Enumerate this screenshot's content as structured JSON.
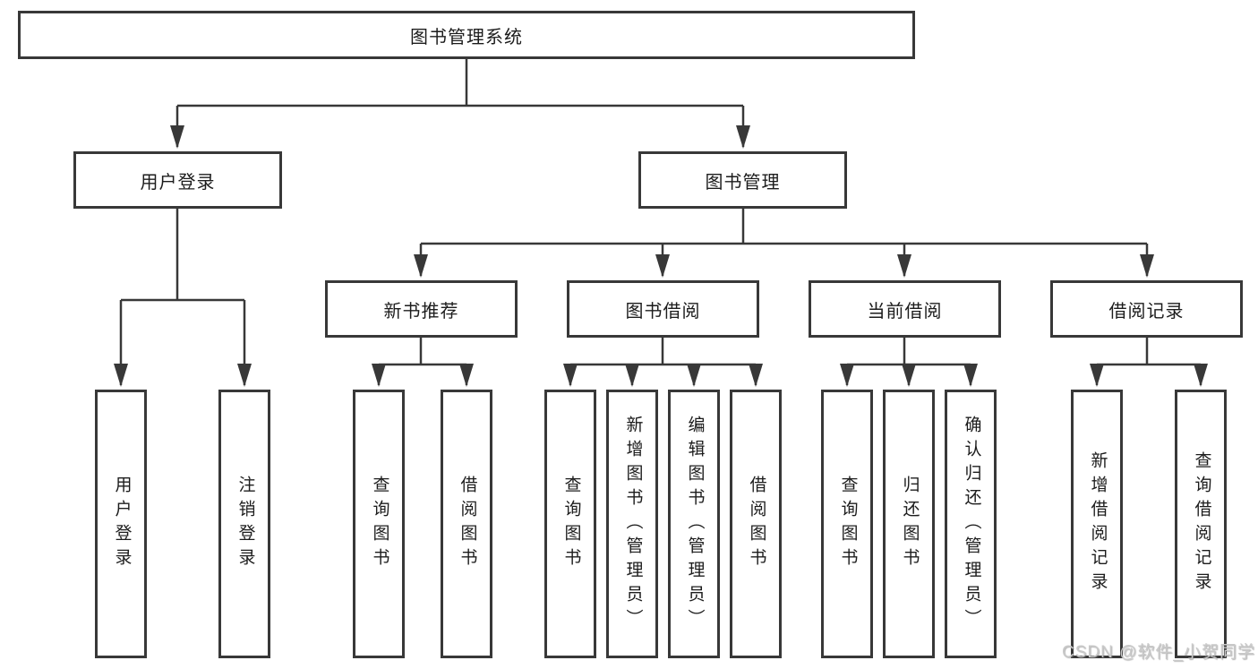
{
  "tree": {
    "root": "图书管理系统",
    "user_login": {
      "label": "用户登录",
      "children": [
        "用户登录",
        "注销登录"
      ]
    },
    "book_management": {
      "label": "图书管理",
      "sections": [
        {
          "label": "新书推荐",
          "children": [
            "查询图书",
            "借阅图书"
          ]
        },
        {
          "label": "图书借阅",
          "children": [
            "查询图书",
            "新增图书（管理员）",
            "编辑图书（管理员）",
            "借阅图书"
          ]
        },
        {
          "label": "当前借阅",
          "children": [
            "查询图书",
            "归还图书",
            "确认归还（管理员）"
          ]
        },
        {
          "label": "借阅记录",
          "children": [
            "新增借阅记录",
            "查询借阅记录"
          ]
        }
      ]
    }
  },
  "watermark": "CSDN @软件_小贺同学",
  "colors": {
    "line": "#383838",
    "box_border": "#383838",
    "text": "#1c1c1c",
    "background": "#ffffff",
    "watermark": "#c9c9c9"
  }
}
